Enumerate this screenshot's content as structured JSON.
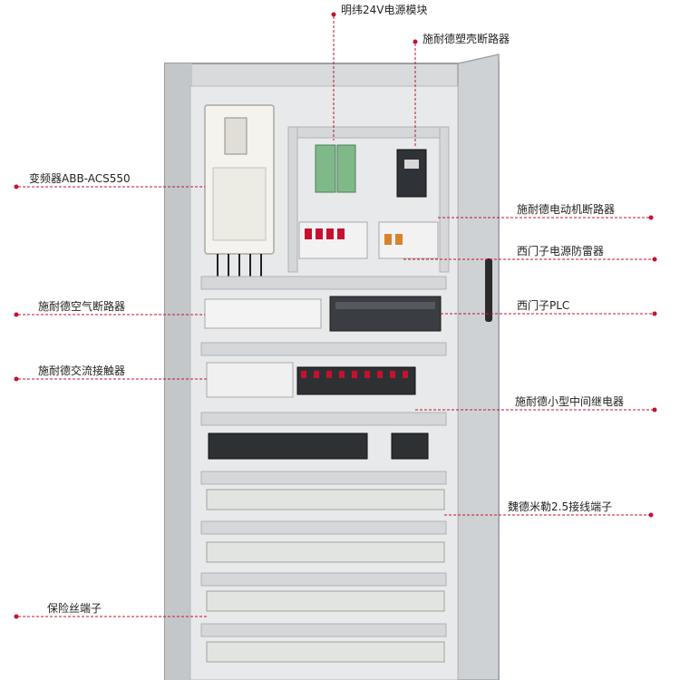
{
  "accent": "#c8102e",
  "labels": {
    "psu_24v": "明纬24V电源模块",
    "mccb": "施耐德塑壳断路器",
    "vfd": "变频器ABB-ACS550",
    "motor_breaker": "施耐德电动机断路器",
    "surge_protector": "西门子电源防雷器",
    "air_breaker": "施耐德空气断路器",
    "plc": "西门子PLC",
    "ac_contactor": "施耐德交流接触器",
    "mini_relay": "施耐德小型中间继电器",
    "terminal_block": "魏德米勒2.5接线端子",
    "fuse_terminal": "保险丝端子"
  }
}
